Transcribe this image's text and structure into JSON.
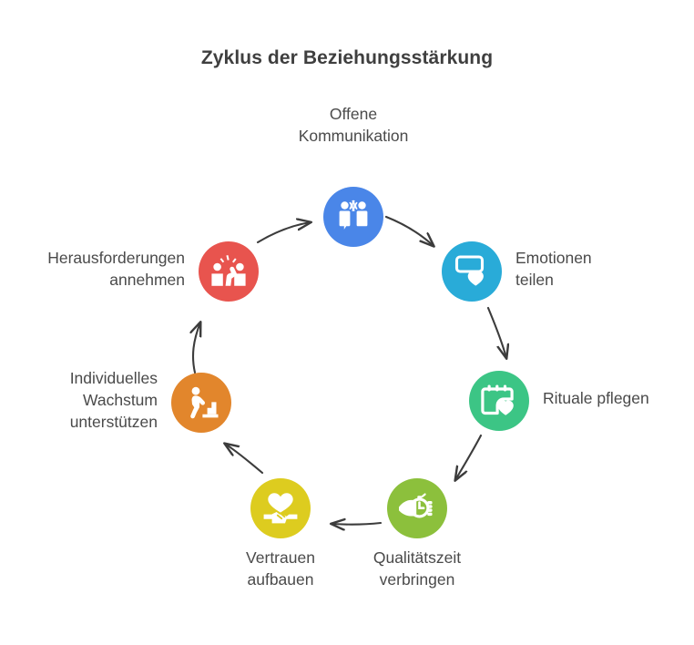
{
  "diagram": {
    "title": "Zyklus der Beziehungsstärkung",
    "type": "cycle",
    "background_color": "#ffffff",
    "title_color": "#3f3f3f",
    "label_color": "#4a4a4a",
    "arrow_color": "#3c3c3c",
    "nodes": [
      {
        "id": "offene-kommunikation",
        "label": "Offene\nKommunikation",
        "icon": "two-people-talking-icon",
        "color": "#4a86e8",
        "label_position": "above"
      },
      {
        "id": "emotionen-teilen",
        "label": "Emotionen\nteilen",
        "icon": "speech-bubble-heart-icon",
        "color": "#29abd8",
        "label_position": "right"
      },
      {
        "id": "rituale-pflegen",
        "label": "Rituale pflegen",
        "icon": "calendar-heart-icon",
        "color": "#3cc585",
        "label_position": "right"
      },
      {
        "id": "qualitaetszeit-verbringen",
        "label": "Qualitätszeit\nverbringen",
        "icon": "hand-stopwatch-icon",
        "color": "#8cc03c",
        "label_position": "below"
      },
      {
        "id": "vertrauen-aufbauen",
        "label": "Vertrauen\naufbauen",
        "icon": "heart-handshake-icon",
        "color": "#ddcc1f",
        "label_position": "below"
      },
      {
        "id": "individuelles-wachstum",
        "label": "Individuelles\nWachstum\nunterstützen",
        "icon": "person-climbing-stairs-icon",
        "color": "#e2862c",
        "label_position": "left"
      },
      {
        "id": "herausforderungen-annehmen",
        "label": "Herausforderungen\nannehmen",
        "icon": "people-celebrating-icon",
        "color": "#e8544e",
        "label_position": "left"
      }
    ]
  }
}
